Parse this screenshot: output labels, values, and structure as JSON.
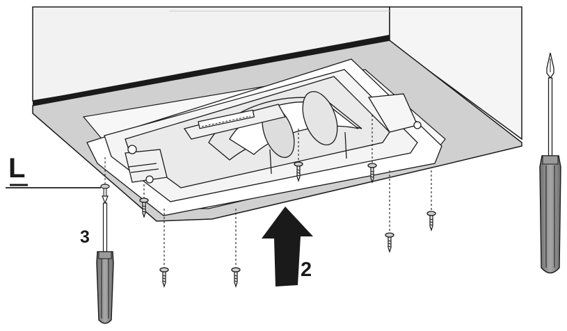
{
  "callouts": {
    "edge_label": "L",
    "step_screwdriver": "3",
    "step_push_up": "2"
  },
  "colors": {
    "wall": "#f2f2f2",
    "frame_shadow": "#d0d0d0",
    "ceiling_edge": "#1a1a1a",
    "arrow_dark": "#1a1a1a",
    "handle_gray": "#8a8a8a",
    "outline": "#1a1a1a"
  },
  "icons": {
    "screwdriver": "screwdriver-icon",
    "screw": "screw-icon",
    "arrow": "up-arrow-icon"
  }
}
